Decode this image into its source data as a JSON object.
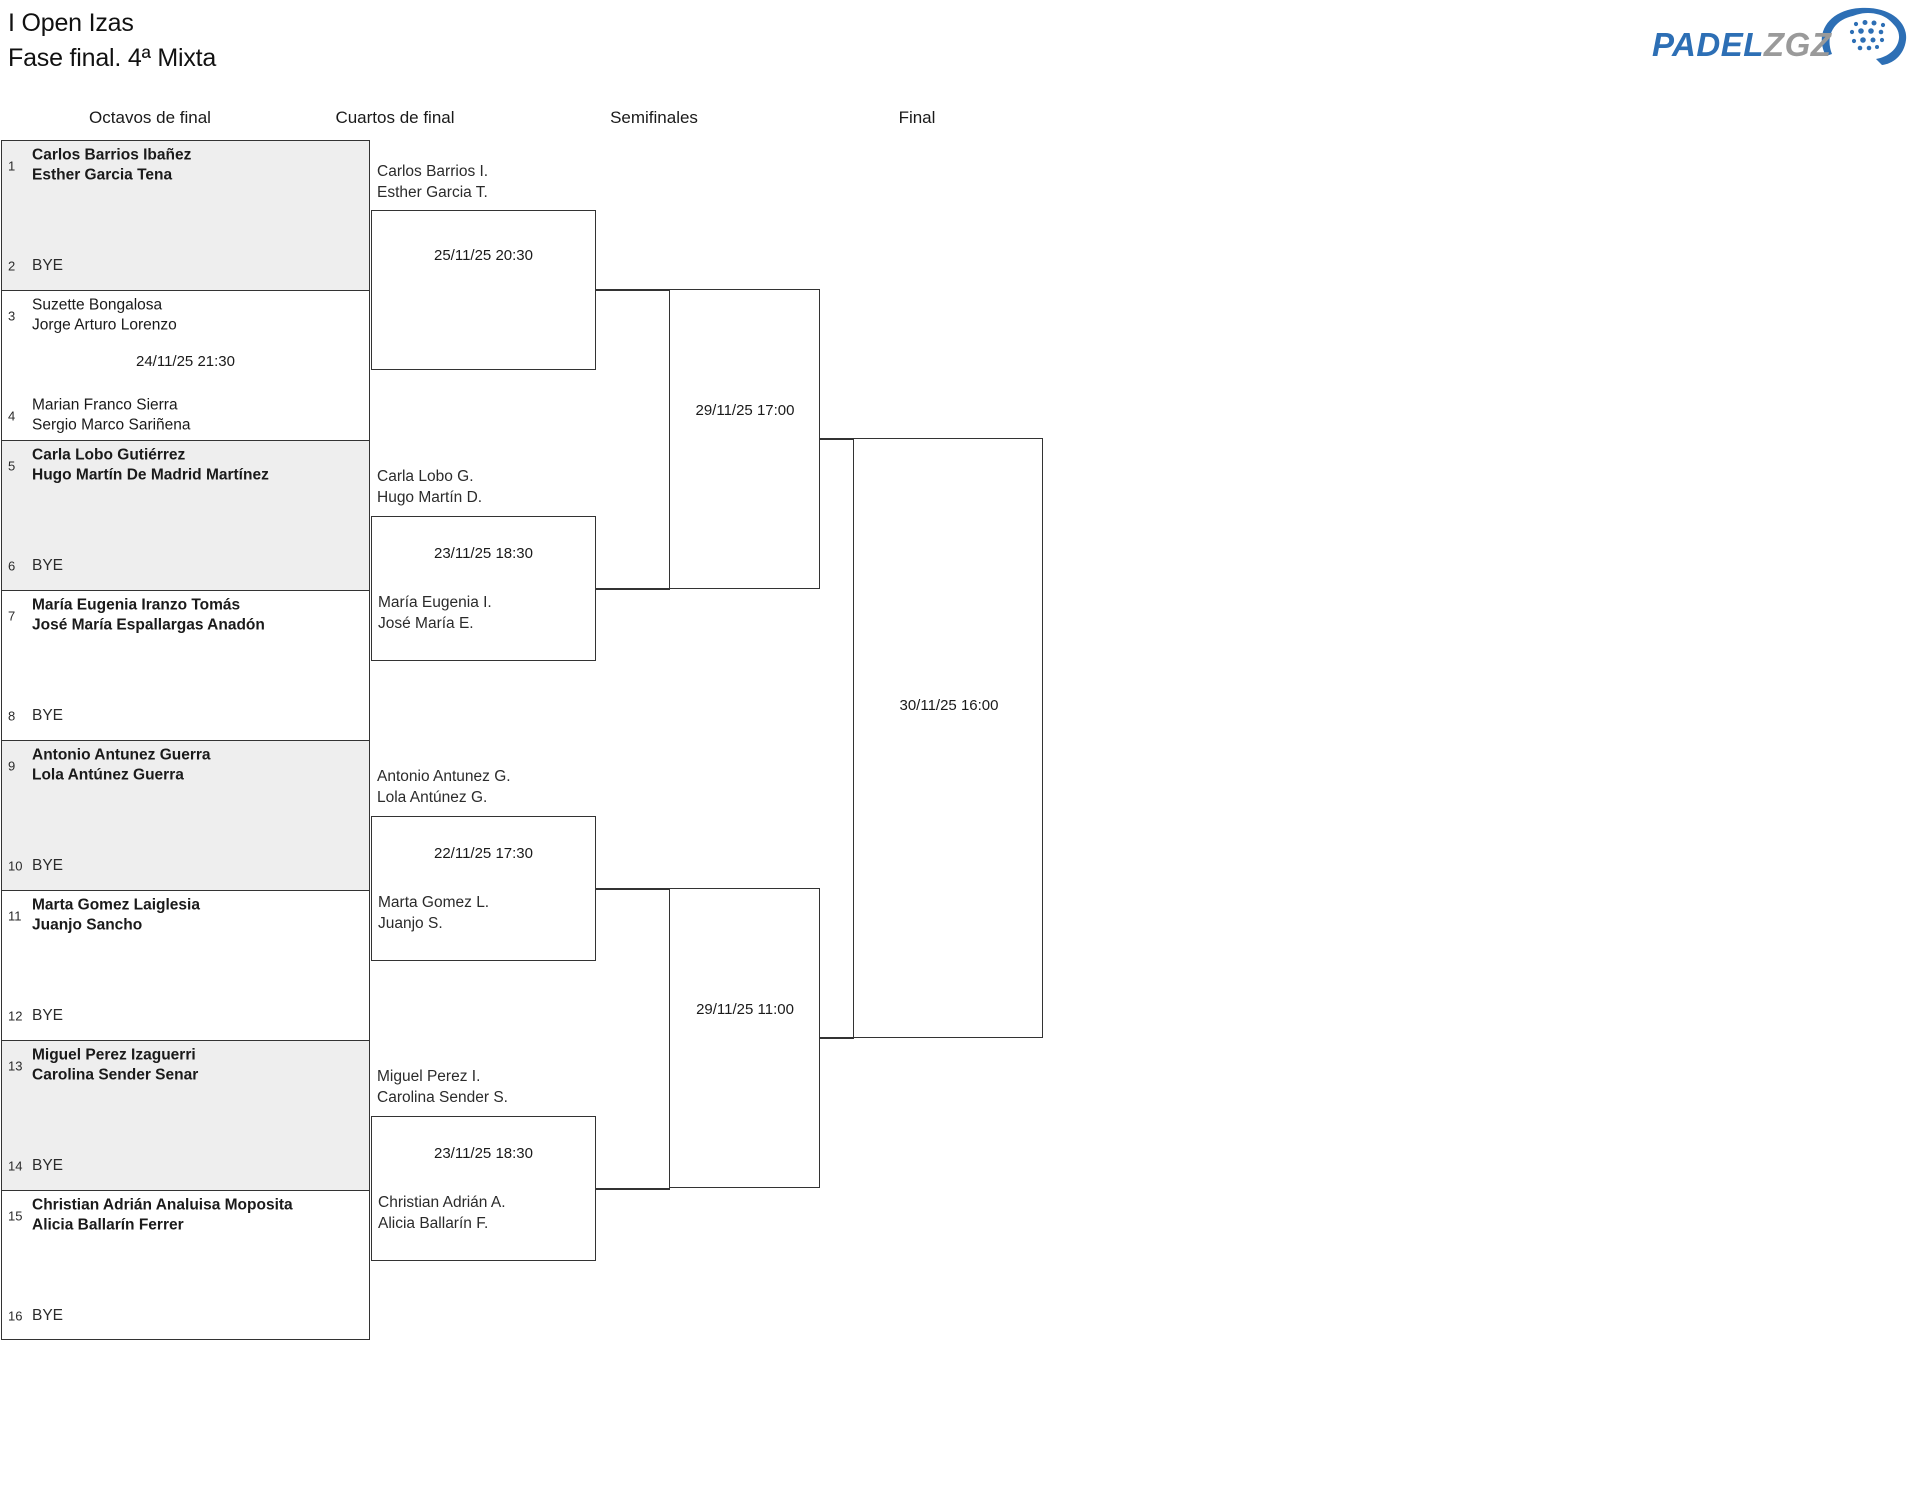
{
  "header": {
    "title_line1": "I Open Izas",
    "title_line2": "Fase final. 4ª Mixta",
    "logo": {
      "padel": "PADEL",
      "zgz": "ZGZ",
      "padel_color": "#2d6fb5",
      "zgz_color": "#9a9a9a"
    }
  },
  "rounds": [
    {
      "label": "Octavos de final"
    },
    {
      "label": "Cuartos de final"
    },
    {
      "label": "Semifinales"
    },
    {
      "label": "Final"
    }
  ],
  "colors": {
    "shaded_row": "#eeeeee",
    "border": "#333333",
    "text": "#1a1a1a"
  },
  "round1": {
    "matches": [
      {
        "date": "",
        "shaded": true,
        "top": {
          "seed": "1",
          "line1": "Carlos Barrios Ibañez",
          "line2": "Esther Garcia Tena",
          "winner": true,
          "bye": false
        },
        "bottom": {
          "seed": "2",
          "line1": "BYE",
          "line2": "",
          "winner": false,
          "bye": true
        }
      },
      {
        "date": "24/11/25 21:30",
        "shaded": false,
        "top": {
          "seed": "3",
          "line1": "Suzette Bongalosa",
          "line2": "Jorge Arturo Lorenzo",
          "winner": false,
          "bye": false
        },
        "bottom": {
          "seed": "4",
          "line1": "Marian Franco Sierra",
          "line2": "Sergio Marco Sariñena",
          "winner": false,
          "bye": false
        }
      },
      {
        "date": "",
        "shaded": true,
        "top": {
          "seed": "5",
          "line1": "Carla Lobo Gutiérrez",
          "line2": "Hugo Martín De Madrid Martínez",
          "winner": true,
          "bye": false
        },
        "bottom": {
          "seed": "6",
          "line1": "BYE",
          "line2": "",
          "winner": false,
          "bye": true
        }
      },
      {
        "date": "",
        "shaded": false,
        "top": {
          "seed": "7",
          "line1": "María Eugenia Iranzo Tomás",
          "line2": "José María Espallargas Anadón",
          "winner": true,
          "bye": false
        },
        "bottom": {
          "seed": "8",
          "line1": "BYE",
          "line2": "",
          "winner": false,
          "bye": true
        }
      },
      {
        "date": "",
        "shaded": true,
        "top": {
          "seed": "9",
          "line1": "Antonio Antunez Guerra",
          "line2": "Lola Antúnez Guerra",
          "winner": true,
          "bye": false
        },
        "bottom": {
          "seed": "10",
          "line1": "BYE",
          "line2": "",
          "winner": false,
          "bye": true
        }
      },
      {
        "date": "",
        "shaded": false,
        "top": {
          "seed": "11",
          "line1": "Marta Gomez Laiglesia",
          "line2": "Juanjo Sancho",
          "winner": true,
          "bye": false
        },
        "bottom": {
          "seed": "12",
          "line1": "BYE",
          "line2": "",
          "winner": false,
          "bye": true
        }
      },
      {
        "date": "",
        "shaded": true,
        "top": {
          "seed": "13",
          "line1": "Miguel Perez Izaguerri",
          "line2": "Carolina Sender Senar",
          "winner": true,
          "bye": false
        },
        "bottom": {
          "seed": "14",
          "line1": "BYE",
          "line2": "",
          "winner": false,
          "bye": true
        }
      },
      {
        "date": "",
        "shaded": false,
        "top": {
          "seed": "15",
          "line1": "Christian Adrián Analuisa Moposita",
          "line2": "Alicia Ballarín Ferrer",
          "winner": true,
          "bye": false
        },
        "bottom": {
          "seed": "16",
          "line1": "BYE",
          "line2": "",
          "winner": false,
          "bye": true
        }
      }
    ]
  },
  "round2": {
    "matches": [
      {
        "date": "25/11/25 20:30",
        "top": {
          "line1": "Carlos Barrios I.",
          "line2": "Esther Garcia T."
        },
        "bottom": {
          "line1": "",
          "line2": ""
        }
      },
      {
        "date": "23/11/25 18:30",
        "top": {
          "line1": "Carla Lobo G.",
          "line2": "Hugo Martín D."
        },
        "bottom": {
          "line1": "María Eugenia I.",
          "line2": "José María E."
        }
      },
      {
        "date": "22/11/25 17:30",
        "top": {
          "line1": "Antonio Antunez G.",
          "line2": "Lola Antúnez G."
        },
        "bottom": {
          "line1": "Marta Gomez L.",
          "line2": "Juanjo S."
        }
      },
      {
        "date": "23/11/25 18:30",
        "top": {
          "line1": "Miguel Perez I.",
          "line2": "Carolina Sender S."
        },
        "bottom": {
          "line1": "Christian Adrián A.",
          "line2": "Alicia Ballarín F."
        }
      }
    ]
  },
  "round3": {
    "matches": [
      {
        "date": "29/11/25 17:00"
      },
      {
        "date": "29/11/25 11:00"
      }
    ]
  },
  "round4": {
    "match": {
      "date": "30/11/25 16:00"
    }
  }
}
